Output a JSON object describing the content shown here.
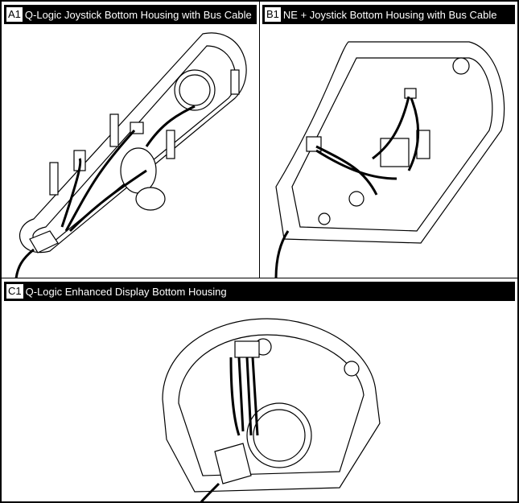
{
  "panels": [
    {
      "tag": "A1",
      "title": "Q-Logic Joystick Bottom Housing with Bus Cable"
    },
    {
      "tag": "B1",
      "title": "NE + Joystick Bottom Housing with Bus Cable"
    },
    {
      "tag": "C1",
      "title": "Q-Logic Enhanced Display Bottom Housing"
    }
  ]
}
